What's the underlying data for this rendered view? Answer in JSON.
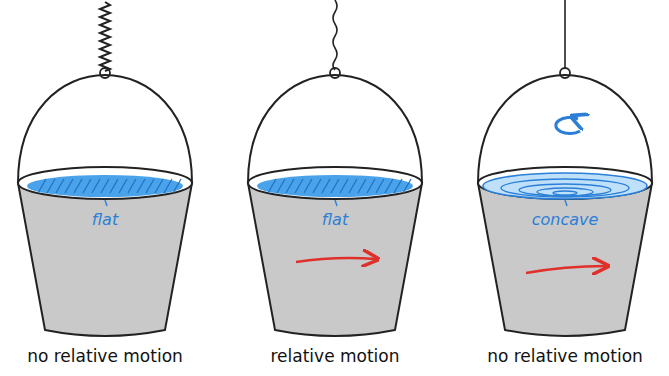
{
  "diagram": {
    "nodes": [
      {
        "text": [
          "flat",
          "no relative motion"
        ]
      },
      {
        "text": [
          "flat",
          "relative motion"
        ]
      },
      {
        "text": [
          "concave",
          "no relative motion"
        ]
      }
    ]
  }
}
